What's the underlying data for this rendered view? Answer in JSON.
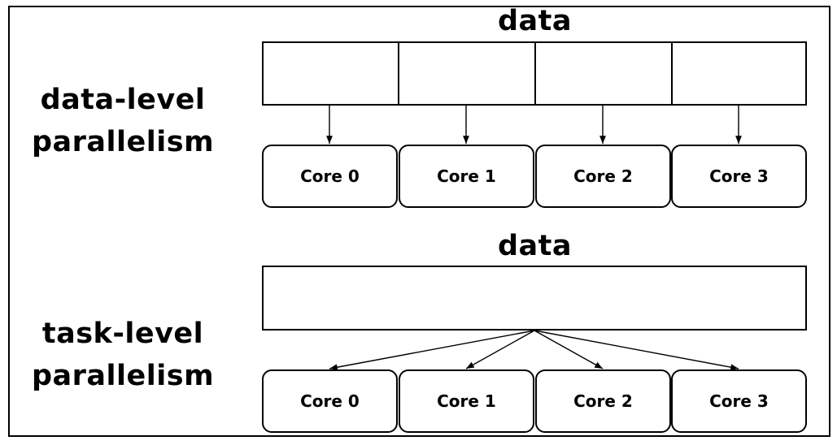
{
  "top": {
    "label_lines": [
      "data-level",
      "parallelism"
    ],
    "data_label": "data",
    "cores": [
      "Core 0",
      "Core 1",
      "Core 2",
      "Core 3"
    ]
  },
  "bottom": {
    "label_lines": [
      "task-level",
      "parallelism"
    ],
    "data_label": "data",
    "cores": [
      "Core 0",
      "Core 1",
      "Core 2",
      "Core 3"
    ]
  },
  "colors": {
    "stroke": "#000000",
    "background": "#ffffff"
  }
}
